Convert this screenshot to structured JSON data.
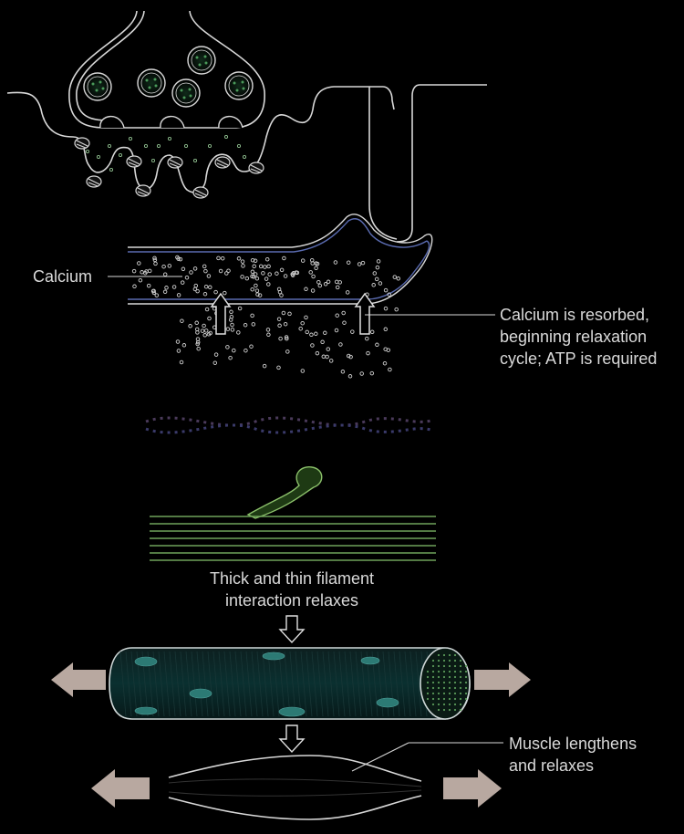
{
  "labels": {
    "calcium": "Calcium",
    "resorbed_line1": "Calcium is resorbed,",
    "resorbed_line2": "beginning relaxation",
    "resorbed_line3": "cycle; ATP is required",
    "filament_line1": "Thick and thin filament",
    "filament_line2": "interaction relaxes",
    "muscle_line1": "Muscle lengthens",
    "muscle_line2": "and relaxes"
  },
  "colors": {
    "background": "#000000",
    "outline": "#d8d8d8",
    "membrane_blue": "#5a6bb0",
    "filament_green": "#6fa35a",
    "dot_green": "#3c7a4a",
    "fiber_teal": "#2c6e68",
    "arrow_fill": "#b8a8a0",
    "label": "#d9d9d9"
  },
  "icons": [
    "synaptic-vesicle-icon",
    "receptor-icon",
    "myosin-head-icon",
    "stretch-arrow-icon"
  ]
}
